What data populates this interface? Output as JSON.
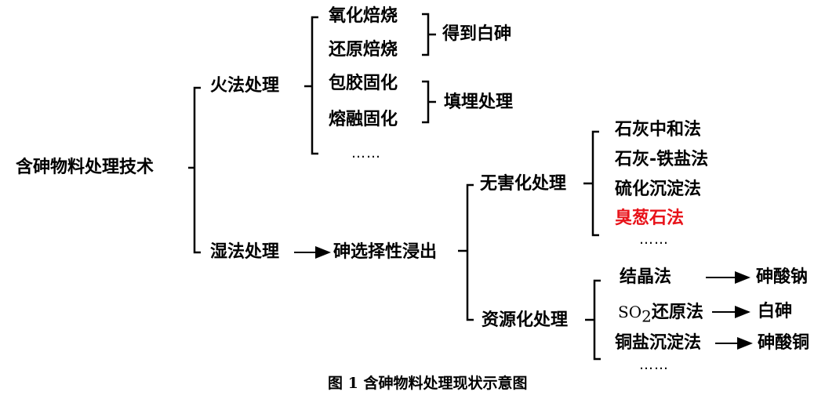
{
  "root": "含砷物料处理技术",
  "fire": {
    "label": "火法处理",
    "methods": [
      "氧化焙烧",
      "还原焙烧",
      "包胶固化",
      "熔融固化"
    ],
    "outcome_1": "得到白砷",
    "outcome_2": "填埋处理",
    "more": "……"
  },
  "wet": {
    "label": "湿法处理",
    "leach": "砷选择性浸出",
    "harmless": {
      "label": "无害化处理",
      "methods": [
        "石灰中和法",
        "石灰-铁盐法",
        "硫化沉淀法",
        "臭葱石法"
      ],
      "more": "……",
      "highlight_color": "#e8131a"
    },
    "resource": {
      "label": "资源化处理",
      "m1": "结晶法",
      "m2_prefix": "SO",
      "m2_sub": "2",
      "m2_suffix": "还原法",
      "m3": "铜盐沉淀法",
      "products": [
        "砷酸钠",
        "白砷",
        "砷酸铜"
      ],
      "more": "……"
    }
  },
  "caption": "图 1 含砷物料处理现状示意图"
}
